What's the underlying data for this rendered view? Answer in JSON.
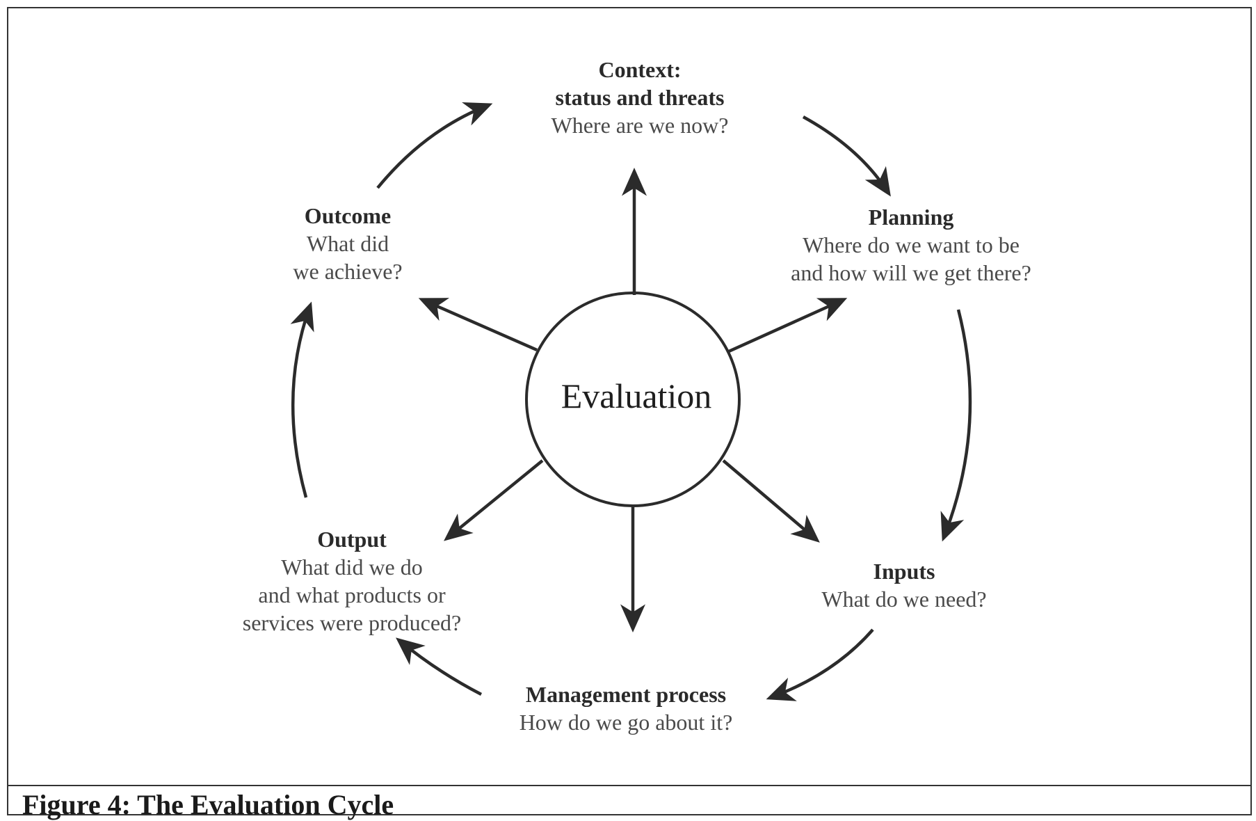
{
  "center": {
    "label": "Evaluation"
  },
  "nodes": {
    "context": {
      "title_line1": "Context:",
      "title_line2": "status and threats",
      "question": "Where are we now?"
    },
    "planning": {
      "title": "Planning",
      "question_line1": "Where do we want to be",
      "question_line2": "and how will we get there?"
    },
    "inputs": {
      "title": "Inputs",
      "question": "What do we need?"
    },
    "management": {
      "title": "Management process",
      "question": "How do we go about it?"
    },
    "output": {
      "title": "Output",
      "question_line1": "What did we do",
      "question_line2": "and what products or",
      "question_line3": "services were produced?"
    },
    "outcome": {
      "title": "Outcome",
      "question_line1": "What did",
      "question_line2": "we achieve?"
    }
  },
  "caption": "Figure 4: The Evaluation Cycle",
  "colors": {
    "ink": "#2b2b2b",
    "frame": "#333333"
  }
}
